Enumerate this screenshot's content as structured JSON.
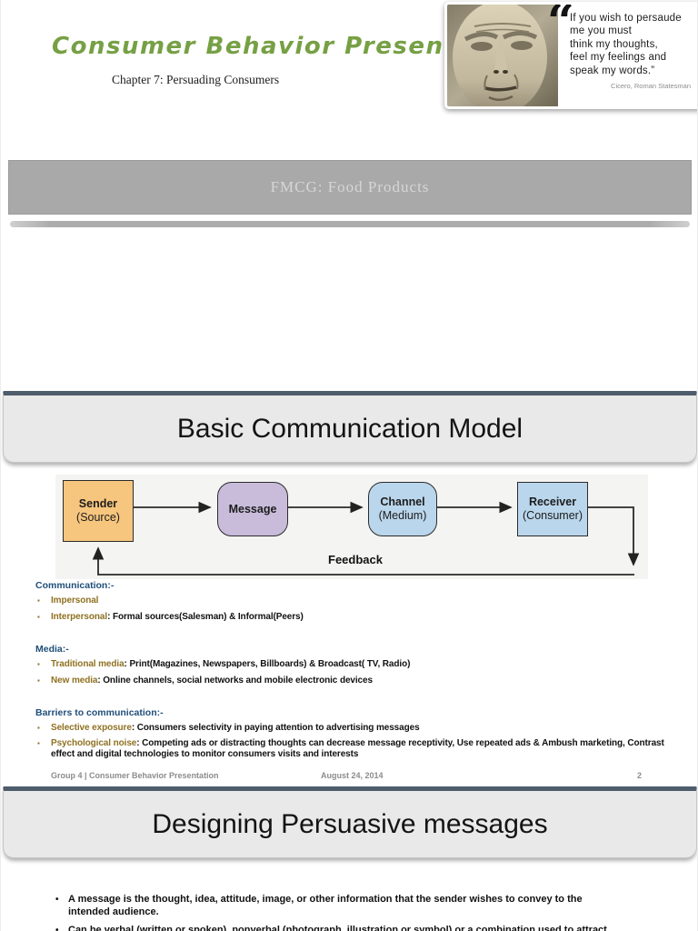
{
  "slide1": {
    "title": "Consumer Behavior Presentation",
    "subtitle": "Chapter 7: Persuading Consumers",
    "quote": {
      "mark": "“",
      "lines": [
        "If you wish to persaude",
        "me you must",
        "think my thoughts,",
        "feel my feelings and",
        "speak my words.”"
      ],
      "attribution": "Cicero, Roman Statesman"
    },
    "banner": "FMCG: Food Products"
  },
  "slide2": {
    "header": "Basic Communication Model",
    "diagram": {
      "nodes": [
        {
          "title": "Sender",
          "subtitle": "(Source)",
          "fill": "#F6C57E"
        },
        {
          "title": "Message",
          "subtitle": "",
          "fill": "#C9BCDB"
        },
        {
          "title": "Channel",
          "subtitle": "(Medium)",
          "fill": "#BAD6EC"
        },
        {
          "title": "Receiver",
          "subtitle": "(Consumer)",
          "fill": "#BAD6EC"
        }
      ],
      "feedback_label": "Feedback"
    },
    "sections": [
      {
        "heading": "Communication:-",
        "bullets": [
          {
            "lead": "Impersonal",
            "rest": ""
          },
          {
            "lead": "Interpersonal",
            "rest": ": Formal sources(Salesman) & Informal(Peers)"
          }
        ]
      },
      {
        "heading": "Media:-",
        "bullets": [
          {
            "lead": "Traditional media",
            "rest": ": Print(Magazines, Newspapers, Billboards) & Broadcast( TV, Radio)"
          },
          {
            "lead": "New media",
            "rest": ": Online channels, social networks and mobile electronic devices"
          }
        ]
      },
      {
        "heading": "Barriers to communication:-",
        "bullets": [
          {
            "lead": "Selective exposure",
            "rest": ": Consumers selectivity in paying attention to advertising messages"
          },
          {
            "lead": "Psychological noise",
            "rest": ": Competing ads or distracting thoughts can decrease message receptivity, Use repeated ads & Ambush marketing, Contrast effect and digital technologies to monitor consumers visits and interests"
          }
        ]
      }
    ],
    "footer": {
      "left": "Group 4 | Consumer Behavior Presentation",
      "center": "August 24, 2014",
      "page": "2"
    }
  },
  "slide3": {
    "header": "Designing Persuasive messages",
    "bullets": [
      "A message is the thought, idea, attitude, image, or other information that the sender wishes to convey to the intended audience.",
      "Can be verbal (written or spoken), nonverbal (photograph, illustration or symbol) or a combination used to attract attention of both the"
    ]
  },
  "colors": {
    "title_green": "#76A044",
    "heading_blue": "#1F4E79",
    "lead_gold": "#8F7122",
    "banner_gray": "#A9A9A9",
    "header_top_border": "#4E5D6B"
  }
}
